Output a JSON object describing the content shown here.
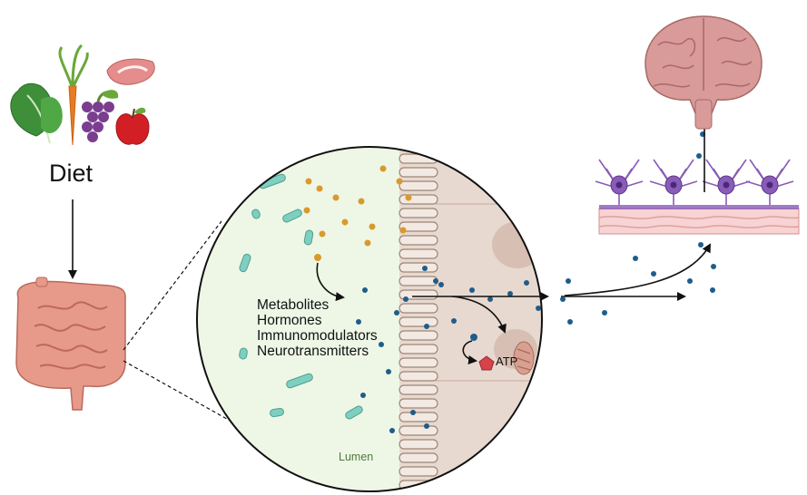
{
  "labels": {
    "diet": "Diet",
    "molecules": [
      "Metabolites",
      "Hormones",
      "Immunomodulators",
      "Neurotransmitters"
    ],
    "atp": "ATP",
    "lumen": "Lumen"
  },
  "colors": {
    "lumen_fill": "#eef7e6",
    "tissue_fill": "#e8d9d0",
    "villus_fill": "#f2e9e2",
    "villus_stroke": "#9c8676",
    "bacteria": "#7ecfc0",
    "orange_metabolite": "#d99a2b",
    "blue_molecule": "#1f5c8a",
    "neuron": "#8a5bb8",
    "vessel": "#f2b8b8",
    "brain": "#d99a9a",
    "intestine": "#e79a8a",
    "atp": "#d6434a",
    "arrow": "#111111"
  },
  "icons": [
    "vegetables-icon",
    "intestine-icon",
    "brain-icon",
    "neuron-icon",
    "mitochondrion-icon",
    "bacteria-icon"
  ]
}
